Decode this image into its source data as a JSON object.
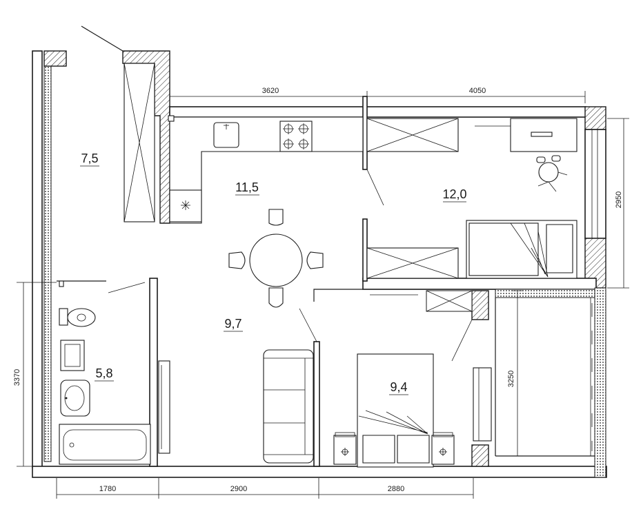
{
  "rooms": [
    {
      "id": "hall",
      "area": "7,5"
    },
    {
      "id": "kitchen",
      "area": "11,5"
    },
    {
      "id": "study",
      "area": "12,0"
    },
    {
      "id": "living",
      "area": "9,7"
    },
    {
      "id": "bathroom",
      "area": "5,8"
    },
    {
      "id": "bedroom",
      "area": "9,4"
    }
  ],
  "dimensions": {
    "top_left": "3620",
    "top_right": "4050",
    "right_upper": "2950",
    "right_lower": "3250",
    "left": "3370",
    "bottom_1": "1780",
    "bottom_2": "2900",
    "bottom_3": "2880"
  },
  "colors": {
    "line": "#1a1a1a",
    "background": "#ffffff"
  }
}
